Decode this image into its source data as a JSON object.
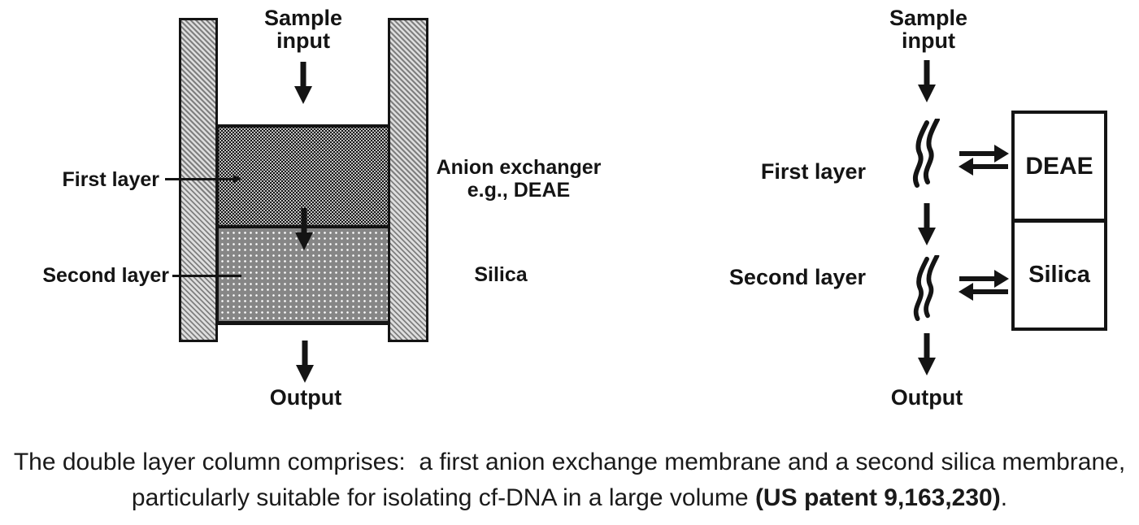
{
  "colors": {
    "ink": "#141414",
    "wall_hatch_dark": "#7f7f7f",
    "wall_hatch_light": "#dedede",
    "second_layer_gray": "#868686",
    "background": "#ffffff"
  },
  "left_diagram": {
    "sample_input_line1": "Sample",
    "sample_input_line2": "input",
    "first_layer_label": "First layer",
    "second_layer_label": "Second layer",
    "anion_label_line1": "Anion exchanger",
    "anion_label_line2": "e.g., DEAE",
    "silica_label": "Silica",
    "output_label": "Output"
  },
  "right_diagram": {
    "sample_input_line1": "Sample",
    "sample_input_line2": "input",
    "first_layer_label": "First layer",
    "second_layer_label": "Second layer",
    "deae_box_label": "DEAE",
    "silica_box_label": "Silica",
    "output_label": "Output"
  },
  "caption": {
    "line1": "The double layer column comprises:  a first anion exchange membrane and a second silica membrane,",
    "line2_pre": "particularly suitable for isolating cf-DNA in a large volume ",
    "line2_bold": "(US patent 9,163,230)",
    "line2_post": "."
  }
}
